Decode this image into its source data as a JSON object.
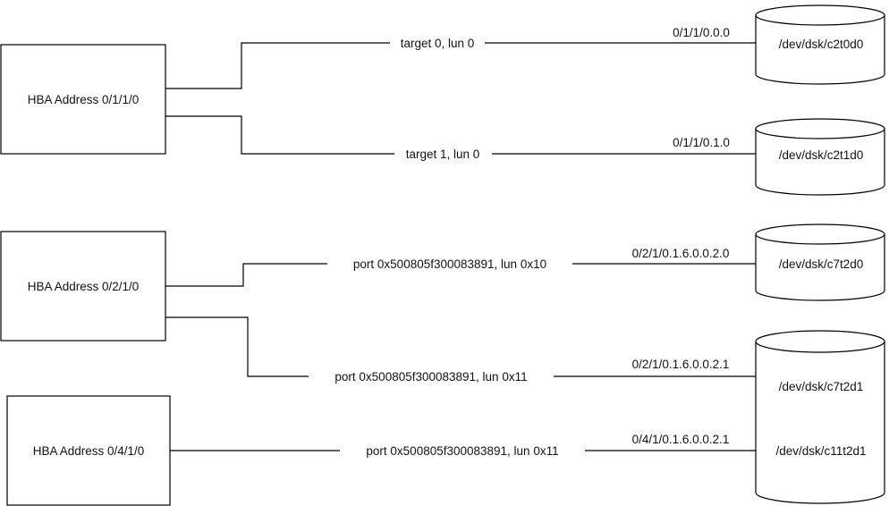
{
  "hbas": [
    {
      "label": "HBA Address 0/1/1/0"
    },
    {
      "label": "HBA Address 0/2/1/0"
    },
    {
      "label": "HBA Address 0/4/1/0"
    }
  ],
  "paths": [
    {
      "connection": "target 0, lun 0",
      "hw_path": "0/1/1/0.0.0"
    },
    {
      "connection": "target 1, lun 0",
      "hw_path": "0/1/1/0.1.0"
    },
    {
      "connection": "port 0x500805f300083891, lun 0x10",
      "hw_path": "0/2/1/0.1.6.0.0.2.0"
    },
    {
      "connection": "port 0x500805f300083891, lun 0x11",
      "hw_path": "0/2/1/0.1.6.0.0.2.1"
    },
    {
      "connection": "port 0x500805f300083891, lun 0x11",
      "hw_path": "0/4/1/0.1.6.0.0.2.1"
    }
  ],
  "disks": [
    {
      "devices": [
        "/dev/dsk/c2t0d0"
      ]
    },
    {
      "devices": [
        "/dev/dsk/c2t1d0"
      ]
    },
    {
      "devices": [
        "/dev/dsk/c7t2d0"
      ]
    },
    {
      "devices": [
        "/dev/dsk/c7t2d1",
        "/dev/dsk/c11t2d1"
      ]
    }
  ]
}
